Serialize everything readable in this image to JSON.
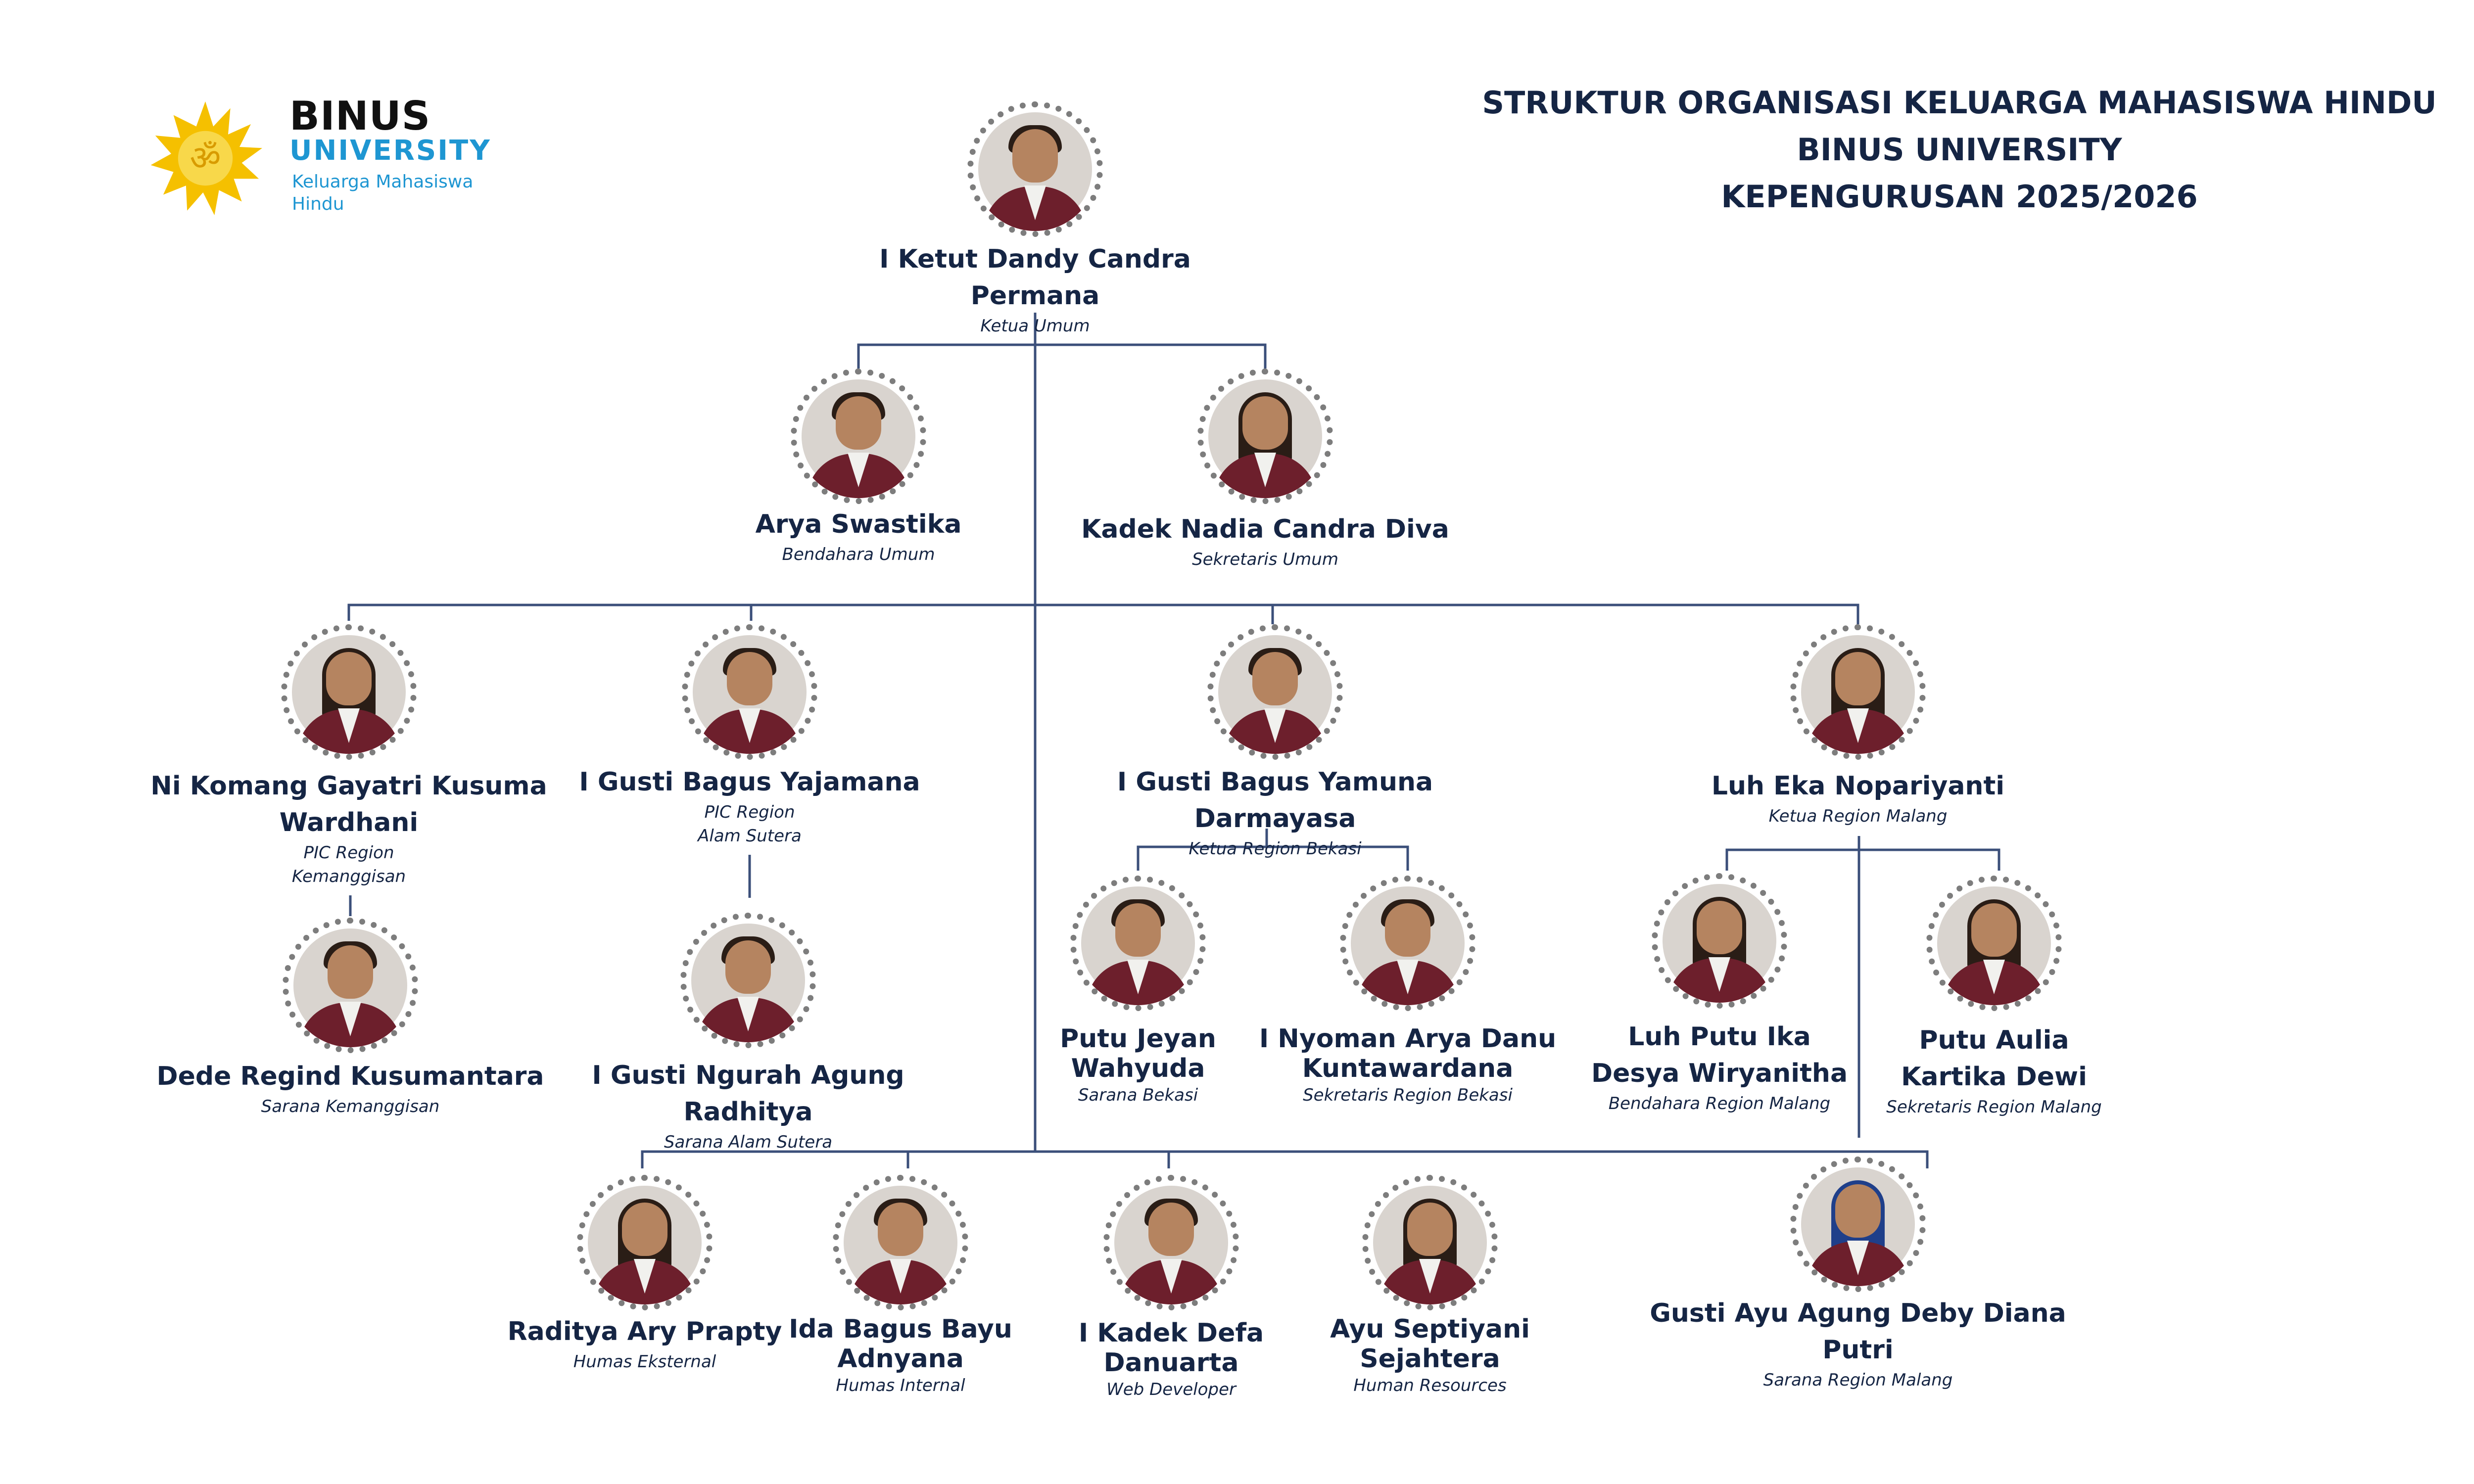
{
  "logo": {
    "wordmark": "BINUS",
    "university": "UNIVERSITY",
    "sub_line1": "Keluarga Mahasiswa",
    "sub_line2": "Hindu",
    "brand_yellow": "#f5c000",
    "brand_blue": "#1e96d2",
    "icon": "om-sun-icon"
  },
  "title": {
    "line1": "STRUKTUR ORGANISASI KELUARGA MAHASISWA HINDU",
    "line2": "BINUS UNIVERSITY",
    "line3": "KEPENGURUSAN 2025/2026"
  },
  "colors": {
    "text": "#152544",
    "line": "#3b4f7a",
    "blazer": "#6d1f2c"
  },
  "members": {
    "ketua": {
      "name": "I Ketut Dandy Candra Permana",
      "role": "Ketua Umum"
    },
    "bendahara": {
      "name": "Arya Swastika",
      "role": "Bendahara Umum"
    },
    "sekretaris": {
      "name": "Kadek Nadia Candra Diva",
      "role": "Sekretaris Umum"
    },
    "pic_kemanggisan": {
      "name1": "Ni Komang Gayatri Kusuma",
      "name2": "Wardhani",
      "role1": "PIC Region",
      "role2": "Kemanggisan"
    },
    "sarana_kemanggisan": {
      "name": "Dede Regind Kusumantara",
      "role": "Sarana Kemanggisan"
    },
    "pic_alam_sutera": {
      "name": "I Gusti Bagus Yajamana",
      "role1": "PIC Region",
      "role2": "Alam Sutera"
    },
    "sarana_alam_sutera": {
      "name": "I Gusti Ngurah Agung Radhitya",
      "role": "Sarana Alam Sutera"
    },
    "ketua_bekasi": {
      "name": "I Gusti Bagus Yamuna Darmayasa",
      "role": "Ketua Region Bekasi"
    },
    "sarana_bekasi": {
      "name1": "Putu Jeyan",
      "name2": "Wahyuda",
      "role": "Sarana Bekasi"
    },
    "sekretaris_bekasi": {
      "name1": "I Nyoman Arya Danu",
      "name2": "Kuntawardana",
      "role": "Sekretaris Region Bekasi"
    },
    "ketua_malang": {
      "name": "Luh Eka Nopariyanti",
      "role": "Ketua Region Malang"
    },
    "bendahara_malang": {
      "name1": "Luh Putu Ika",
      "name2": "Desya Wiryanitha",
      "role": "Bendahara Region Malang"
    },
    "sekretaris_malang": {
      "name1": "Putu Aulia",
      "name2": "Kartika Dewi",
      "role": "Sekretaris Region Malang"
    },
    "sarana_malang": {
      "name": "Gusti Ayu Agung Deby Diana Putri",
      "role": "Sarana Region Malang"
    },
    "humas_eksternal": {
      "name": "Raditya Ary Prapty",
      "role": "Humas Eksternal"
    },
    "humas_internal": {
      "name1": "Ida Bagus Bayu",
      "name2": "Adnyana",
      "role": "Humas Internal"
    },
    "web_developer": {
      "name1": "I Kadek Defa",
      "name2": "Danuarta",
      "role": "Web Developer"
    },
    "human_resources": {
      "name1": "Ayu Septiyani",
      "name2": "Sejahtera",
      "role": "Human Resources"
    }
  }
}
